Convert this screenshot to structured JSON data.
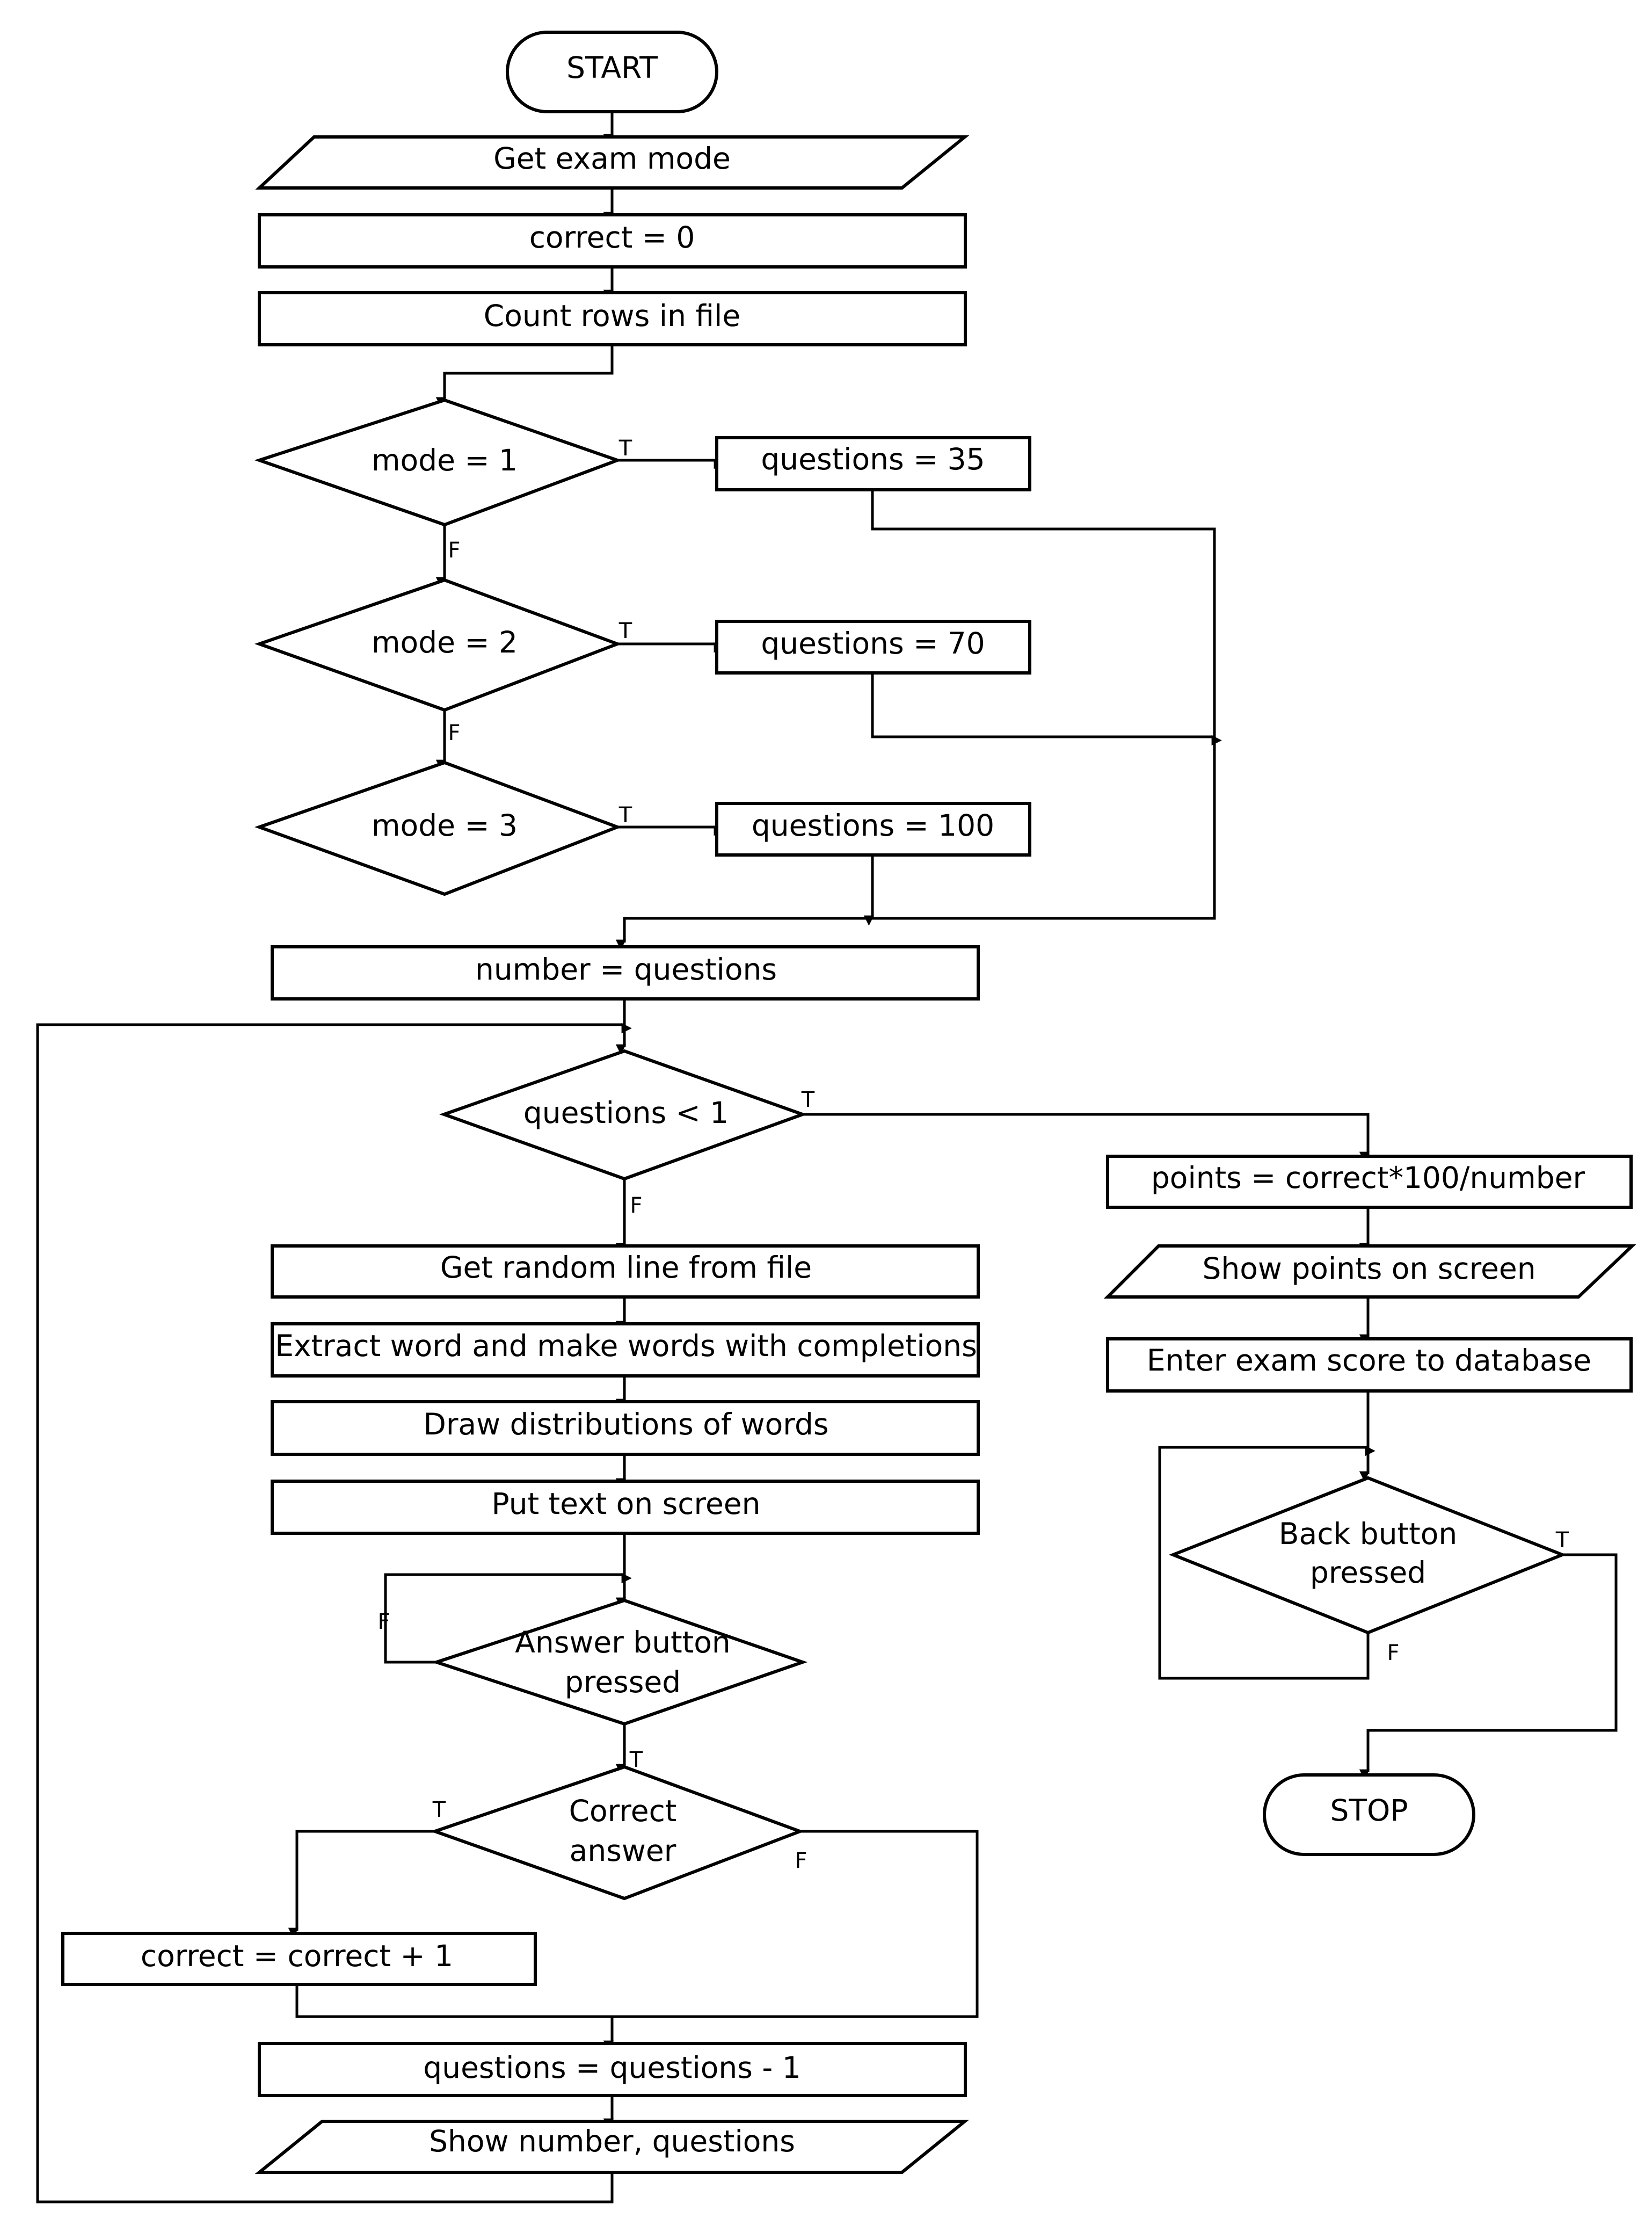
{
  "nodes": {
    "start": "START",
    "get_exam_mode": "Get exam mode",
    "correct_init": "correct = 0",
    "count_rows": "Count rows in file",
    "mode1": "mode = 1",
    "mode2": "mode = 2",
    "mode3": "mode = 3",
    "q35": "questions = 35",
    "q70": "questions = 70",
    "q100": "questions = 100",
    "number_eq": "number = questions",
    "q_lt_1": "questions < 1",
    "get_random_line": "Get random line from file",
    "extract_word": "Extract word and make words with completions",
    "draw_distributions": "Draw distributions of words",
    "put_text": "Put text on screen",
    "answer_button": [
      "Answer button",
      "pressed"
    ],
    "correct_answer": [
      "Correct",
      "answer"
    ],
    "correct_inc": "correct = correct + 1",
    "q_dec": "questions = questions - 1",
    "show_number": "Show number, questions",
    "points_calc": "points = correct*100/number",
    "show_points": "Show points on screen",
    "enter_score": "Enter exam score to database",
    "back_button": [
      "Back button",
      "pressed"
    ],
    "stop": "STOP"
  },
  "branch_labels": {
    "true": "T",
    "false": "F"
  }
}
